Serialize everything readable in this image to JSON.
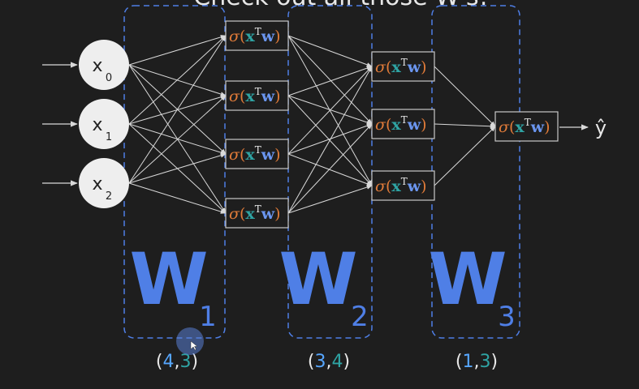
{
  "title": "Check out all those W's!",
  "inputs": [
    {
      "base": "x",
      "sub": "0"
    },
    {
      "base": "x",
      "sub": "1"
    },
    {
      "base": "x",
      "sub": "2"
    }
  ],
  "neuron_label": {
    "sigma": "σ",
    "open": "(",
    "x": "x",
    "sup": "T",
    "w": "w",
    "close": ")"
  },
  "output_label": "ŷ",
  "weights": [
    {
      "letter": "W",
      "sub": "1",
      "shape": {
        "rows": "4",
        "cols": "3"
      }
    },
    {
      "letter": "W",
      "sub": "2",
      "shape": {
        "rows": "3",
        "cols": "4"
      }
    },
    {
      "letter": "W",
      "sub": "3",
      "shape": {
        "rows": "1",
        "cols": "3"
      }
    }
  ],
  "colors": {
    "background": "#1e1e1e",
    "lines": "#d9d9d9",
    "weight_blue": "#4f7fe6",
    "dim_accent": "#56a6ff",
    "sigma": "#e07b39",
    "x_teal": "#2fa4a4",
    "w_blue": "#6a95ef",
    "text": "#e8e8e8",
    "cursor": "#5a7fd6"
  }
}
